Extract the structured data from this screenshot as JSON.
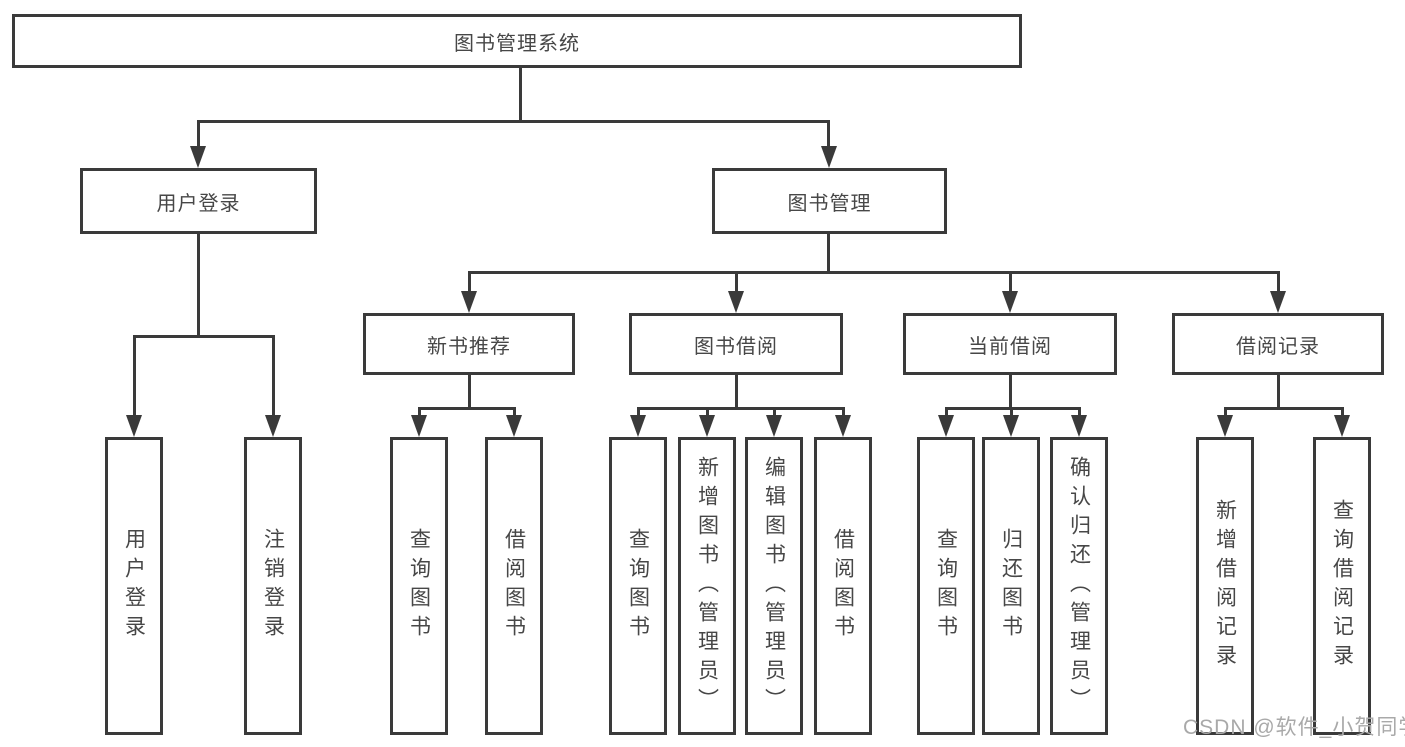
{
  "nodes": {
    "root": "图书管理系统",
    "user_login": "用户登录",
    "book_management": "图书管理",
    "new_book_recommend": "新书推荐",
    "book_borrowing": "图书借阅",
    "current_borrowing": "当前借阅",
    "borrowing_records": "借阅记录",
    "leaf_user_login": "用户登录",
    "leaf_logout": "注销登录",
    "leaf_nb_query_books": "查询图书",
    "leaf_nb_borrow_books": "借阅图书",
    "leaf_bb_query_books": "查询图书",
    "leaf_bb_add_books_admin": "新增图书（管理员）",
    "leaf_bb_edit_books_admin": "编辑图书（管理员）",
    "leaf_bb_borrow_books": "借阅图书",
    "leaf_cb_query_books": "查询图书",
    "leaf_cb_return_books": "归还图书",
    "leaf_cb_confirm_return_admin": "确认归还（管理员）",
    "leaf_br_add_record": "新增借阅记录",
    "leaf_br_query_record": "查询借阅记录"
  },
  "watermark": "CSDN @软件_小贺同学",
  "colors": {
    "line": "#3a3a3a",
    "text": "#474747",
    "watermark": "#a9a9a9",
    "background": "#ffffff"
  }
}
